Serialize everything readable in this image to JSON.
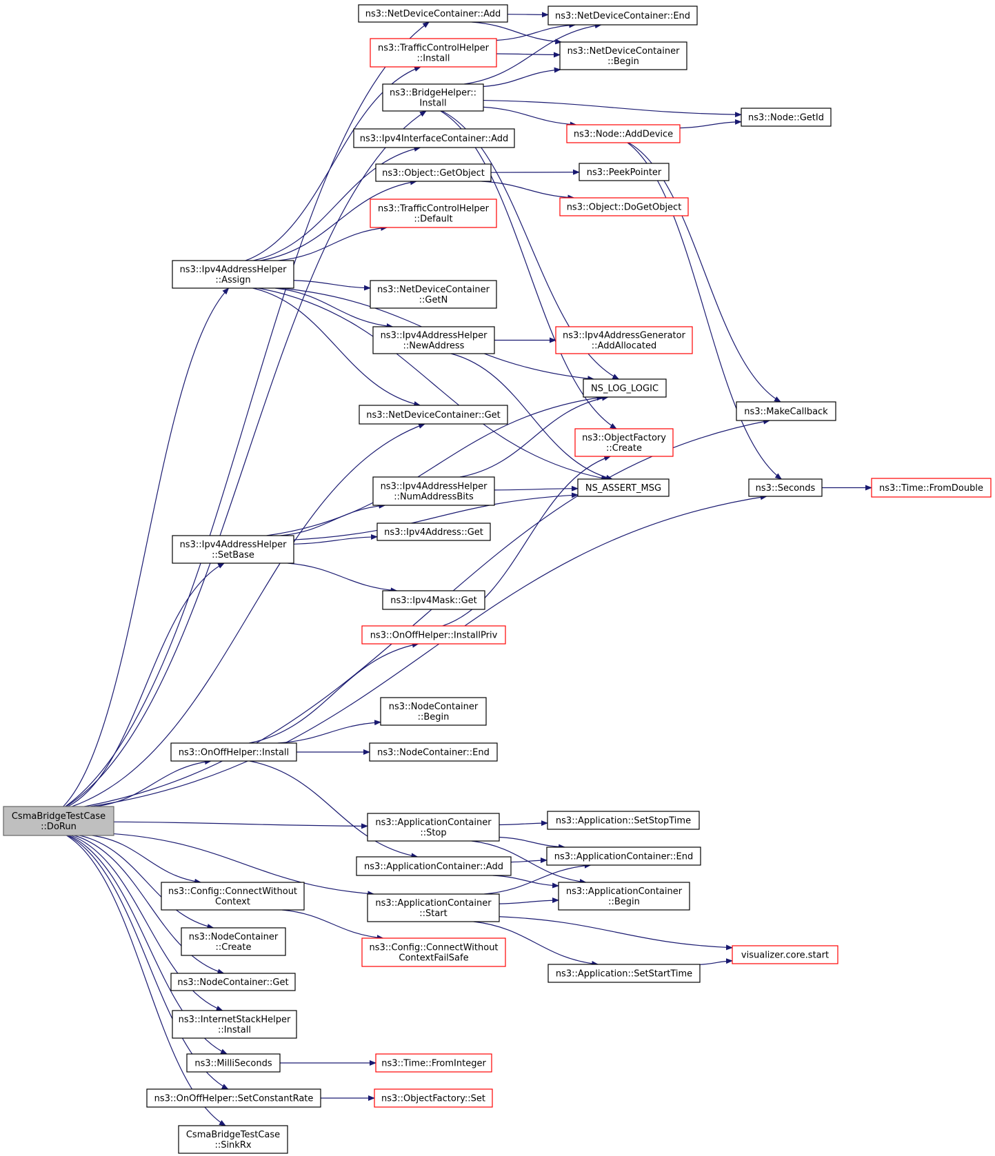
{
  "colors": {
    "edge": "#191970",
    "node_border": "#000000",
    "node_border_incomplete": "#ff0000",
    "node_fill": "#ffffff",
    "root_fill": "#bfbfbf",
    "root_border": "#666666",
    "text": "#000000"
  },
  "nodes": {
    "n_root": {
      "lines": [
        "CsmaBridgeTestCase",
        "::DoRun"
      ],
      "style": "root"
    },
    "n_ndc_add": {
      "lines": [
        "ns3::NetDeviceContainer::Add"
      ],
      "style": "normal"
    },
    "n_ndc_end": {
      "lines": [
        "ns3::NetDeviceContainer::End"
      ],
      "style": "normal"
    },
    "n_tch_install": {
      "lines": [
        "ns3::TrafficControlHelper",
        "::Install"
      ],
      "style": "red"
    },
    "n_ndc_begin": {
      "lines": [
        "ns3::NetDeviceContainer",
        "::Begin"
      ],
      "style": "normal"
    },
    "n_bridge_install": {
      "lines": [
        "ns3::BridgeHelper::",
        "Install"
      ],
      "style": "normal"
    },
    "n_node_getid": {
      "lines": [
        "ns3::Node::GetId"
      ],
      "style": "normal"
    },
    "n_node_adddevice": {
      "lines": [
        "ns3::Node::AddDevice"
      ],
      "style": "red"
    },
    "n_ipv4ic_add": {
      "lines": [
        "ns3::Ipv4InterfaceContainer::Add"
      ],
      "style": "normal"
    },
    "n_obj_getobject": {
      "lines": [
        "ns3::Object::GetObject"
      ],
      "style": "normal"
    },
    "n_peekpointer": {
      "lines": [
        "ns3::PeekPointer"
      ],
      "style": "normal"
    },
    "n_obj_dogetobject": {
      "lines": [
        "ns3::Object::DoGetObject"
      ],
      "style": "red"
    },
    "n_tch_default": {
      "lines": [
        "ns3::TrafficControlHelper",
        "::Default"
      ],
      "style": "red"
    },
    "n_ipv4ah_assign": {
      "lines": [
        "ns3::Ipv4AddressHelper",
        "::Assign"
      ],
      "style": "normal"
    },
    "n_ndc_getn": {
      "lines": [
        "ns3::NetDeviceContainer",
        "::GetN"
      ],
      "style": "normal"
    },
    "n_ipv4ah_newaddress": {
      "lines": [
        "ns3::Ipv4AddressHelper",
        "::NewAddress"
      ],
      "style": "normal"
    },
    "n_ipv4ag_addallocated": {
      "lines": [
        "ns3::Ipv4AddressGenerator",
        "::AddAllocated"
      ],
      "style": "red"
    },
    "n_ns_log_logic": {
      "lines": [
        "NS_LOG_LOGIC"
      ],
      "style": "normal"
    },
    "n_makecallback": {
      "lines": [
        "ns3::MakeCallback"
      ],
      "style": "normal"
    },
    "n_ndc_get": {
      "lines": [
        "ns3::NetDeviceContainer::Get"
      ],
      "style": "normal"
    },
    "n_of_create": {
      "lines": [
        "ns3::ObjectFactory",
        "::Create"
      ],
      "style": "red"
    },
    "n_ipv4ah_numaddressbits": {
      "lines": [
        "ns3::Ipv4AddressHelper",
        "::NumAddressBits"
      ],
      "style": "normal"
    },
    "n_ns_assert_msg": {
      "lines": [
        "NS_ASSERT_MSG"
      ],
      "style": "normal"
    },
    "n_seconds": {
      "lines": [
        "ns3::Seconds"
      ],
      "style": "normal"
    },
    "n_time_fromdouble": {
      "lines": [
        "ns3::Time::FromDouble"
      ],
      "style": "red"
    },
    "n_ipv4address_get": {
      "lines": [
        "ns3::Ipv4Address::Get"
      ],
      "style": "normal"
    },
    "n_ipv4ah_setbase": {
      "lines": [
        "ns3::Ipv4AddressHelper",
        "::SetBase"
      ],
      "style": "normal"
    },
    "n_ipv4mask_get": {
      "lines": [
        "ns3::Ipv4Mask::Get"
      ],
      "style": "normal"
    },
    "n_onoff_installpriv": {
      "lines": [
        "ns3::OnOffHelper::InstallPriv"
      ],
      "style": "red"
    },
    "n_nc_begin": {
      "lines": [
        "ns3::NodeContainer",
        "::Begin"
      ],
      "style": "normal"
    },
    "n_onoff_install": {
      "lines": [
        "ns3::OnOffHelper::Install"
      ],
      "style": "normal"
    },
    "n_nc_end": {
      "lines": [
        "ns3::NodeContainer::End"
      ],
      "style": "normal"
    },
    "n_ac_stop": {
      "lines": [
        "ns3::ApplicationContainer",
        "::Stop"
      ],
      "style": "normal"
    },
    "n_app_setstoptime": {
      "lines": [
        "ns3::Application::SetStopTime"
      ],
      "style": "normal"
    },
    "n_ac_end": {
      "lines": [
        "ns3::ApplicationContainer::End"
      ],
      "style": "normal"
    },
    "n_ac_add": {
      "lines": [
        "ns3::ApplicationContainer::Add"
      ],
      "style": "normal"
    },
    "n_config_cwc": {
      "lines": [
        "ns3::Config::ConnectWithout",
        "Context"
      ],
      "style": "normal"
    },
    "n_ac_start": {
      "lines": [
        "ns3::ApplicationContainer",
        "::Start"
      ],
      "style": "normal"
    },
    "n_ac_begin": {
      "lines": [
        "ns3::ApplicationContainer",
        "::Begin"
      ],
      "style": "normal"
    },
    "n_nc_create": {
      "lines": [
        "ns3::NodeContainer",
        "::Create"
      ],
      "style": "normal"
    },
    "n_config_cwcfs": {
      "lines": [
        "ns3::Config::ConnectWithout",
        "ContextFailSafe"
      ],
      "style": "red"
    },
    "n_vis_start": {
      "lines": [
        "visualizer.core.start"
      ],
      "style": "red"
    },
    "n_app_setstarttime": {
      "lines": [
        "ns3::Application::SetStartTime"
      ],
      "style": "normal"
    },
    "n_nc_get": {
      "lines": [
        "ns3::NodeContainer::Get"
      ],
      "style": "normal"
    },
    "n_ish_install": {
      "lines": [
        "ns3::InternetStackHelper",
        "::Install"
      ],
      "style": "normal"
    },
    "n_milliseconds": {
      "lines": [
        "ns3::MilliSeconds"
      ],
      "style": "normal"
    },
    "n_time_frominteger": {
      "lines": [
        "ns3::Time::FromInteger"
      ],
      "style": "red"
    },
    "n_onoff_setconstantrate": {
      "lines": [
        "ns3::OnOffHelper::SetConstantRate"
      ],
      "style": "normal"
    },
    "n_of_set": {
      "lines": [
        "ns3::ObjectFactory::Set"
      ],
      "style": "red"
    },
    "n_csma_sinkrx": {
      "lines": [
        "CsmaBridgeTestCase",
        "::SinkRx"
      ],
      "style": "normal"
    }
  },
  "edges": [
    [
      "n_root",
      "n_ndc_add"
    ],
    [
      "n_root",
      "n_bridge_install"
    ],
    [
      "n_root",
      "n_ipv4ah_assign"
    ],
    [
      "n_root",
      "n_ndc_get"
    ],
    [
      "n_root",
      "n_ipv4ah_setbase"
    ],
    [
      "n_root",
      "n_makecallback"
    ],
    [
      "n_root",
      "n_onoff_install"
    ],
    [
      "n_root",
      "n_seconds"
    ],
    [
      "n_root",
      "n_ac_stop"
    ],
    [
      "n_root",
      "n_ac_start"
    ],
    [
      "n_root",
      "n_config_cwc"
    ],
    [
      "n_root",
      "n_nc_create"
    ],
    [
      "n_root",
      "n_nc_get"
    ],
    [
      "n_root",
      "n_ish_install"
    ],
    [
      "n_root",
      "n_milliseconds"
    ],
    [
      "n_root",
      "n_onoff_setconstantrate"
    ],
    [
      "n_root",
      "n_csma_sinkrx"
    ],
    [
      "n_ndc_add",
      "n_ndc_end"
    ],
    [
      "n_ndc_add",
      "n_ndc_begin"
    ],
    [
      "n_tch_install",
      "n_ndc_end"
    ],
    [
      "n_tch_install",
      "n_ndc_begin"
    ],
    [
      "n_bridge_install",
      "n_ndc_end"
    ],
    [
      "n_bridge_install",
      "n_ndc_begin"
    ],
    [
      "n_bridge_install",
      "n_node_getid"
    ],
    [
      "n_bridge_install",
      "n_node_adddevice"
    ],
    [
      "n_bridge_install",
      "n_ns_log_logic"
    ],
    [
      "n_bridge_install",
      "n_of_create"
    ],
    [
      "n_node_adddevice",
      "n_node_getid"
    ],
    [
      "n_node_adddevice",
      "n_makecallback"
    ],
    [
      "n_node_adddevice",
      "n_seconds"
    ],
    [
      "n_obj_getobject",
      "n_peekpointer"
    ],
    [
      "n_obj_getobject",
      "n_obj_dogetobject"
    ],
    [
      "n_ipv4ah_assign",
      "n_tch_install"
    ],
    [
      "n_ipv4ah_assign",
      "n_ipv4ic_add"
    ],
    [
      "n_ipv4ah_assign",
      "n_obj_getobject"
    ],
    [
      "n_ipv4ah_assign",
      "n_tch_default"
    ],
    [
      "n_ipv4ah_assign",
      "n_ns_log_logic"
    ],
    [
      "n_ipv4ah_assign",
      "n_ndc_getn"
    ],
    [
      "n_ipv4ah_assign",
      "n_ipv4ah_newaddress"
    ],
    [
      "n_ipv4ah_assign",
      "n_ndc_get"
    ],
    [
      "n_ipv4ah_assign",
      "n_ns_assert_msg"
    ],
    [
      "n_ipv4ah_newaddress",
      "n_ipv4ag_addallocated"
    ],
    [
      "n_ipv4ah_newaddress",
      "n_ns_assert_msg"
    ],
    [
      "n_ipv4ah_numaddressbits",
      "n_ns_log_logic"
    ],
    [
      "n_ipv4ah_numaddressbits",
      "n_ns_assert_msg"
    ],
    [
      "n_ipv4ah_setbase",
      "n_ns_log_logic"
    ],
    [
      "n_ipv4ah_setbase",
      "n_ipv4ah_numaddressbits"
    ],
    [
      "n_ipv4ah_setbase",
      "n_ipv4address_get"
    ],
    [
      "n_ipv4ah_setbase",
      "n_ns_assert_msg"
    ],
    [
      "n_ipv4ah_setbase",
      "n_ipv4mask_get"
    ],
    [
      "n_onoff_installpriv",
      "n_of_create"
    ],
    [
      "n_onoff_install",
      "n_onoff_installpriv"
    ],
    [
      "n_onoff_install",
      "n_nc_begin"
    ],
    [
      "n_onoff_install",
      "n_nc_end"
    ],
    [
      "n_onoff_install",
      "n_ac_add"
    ],
    [
      "n_seconds",
      "n_time_fromdouble"
    ],
    [
      "n_ac_stop",
      "n_app_setstoptime"
    ],
    [
      "n_ac_stop",
      "n_ac_end"
    ],
    [
      "n_ac_stop",
      "n_ac_begin"
    ],
    [
      "n_ac_add",
      "n_ac_end"
    ],
    [
      "n_ac_add",
      "n_ac_begin"
    ],
    [
      "n_ac_start",
      "n_ac_end"
    ],
    [
      "n_ac_start",
      "n_ac_begin"
    ],
    [
      "n_ac_start",
      "n_vis_start"
    ],
    [
      "n_ac_start",
      "n_app_setstarttime"
    ],
    [
      "n_app_setstarttime",
      "n_vis_start"
    ],
    [
      "n_config_cwc",
      "n_config_cwcfs"
    ],
    [
      "n_milliseconds",
      "n_time_frominteger"
    ],
    [
      "n_onoff_setconstantrate",
      "n_of_set"
    ]
  ]
}
